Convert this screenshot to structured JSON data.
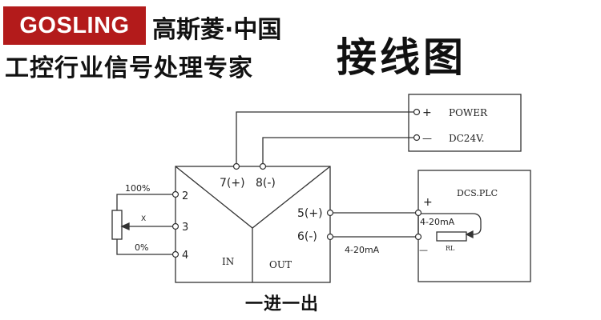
{
  "header": {
    "brand_logo": "GOSLING",
    "brand_name_cn": "高斯菱·中国",
    "tagline": "工控行业信号处理专家",
    "diagram_title": "接线图"
  },
  "module": {
    "terminal_7": "7(+)",
    "terminal_8": "8(-)",
    "terminal_2": "2",
    "terminal_3": "3",
    "terminal_4": "4",
    "terminal_5": "5(+)",
    "terminal_6": "6(-)",
    "in_label": "IN",
    "out_label": "OUT"
  },
  "potentiometer": {
    "label_100": "100%",
    "label_x": "X",
    "label_0": "0%"
  },
  "power": {
    "plus": "+",
    "minus": "—",
    "label": "POWER",
    "voltage": "DC24V."
  },
  "dcs": {
    "label": "DCS.PLC",
    "plus": "+",
    "minus": "—",
    "current_loop": "4-20mA",
    "resistor": "RL"
  },
  "output_wire_label": "4-20mA",
  "caption": "一进一出"
}
